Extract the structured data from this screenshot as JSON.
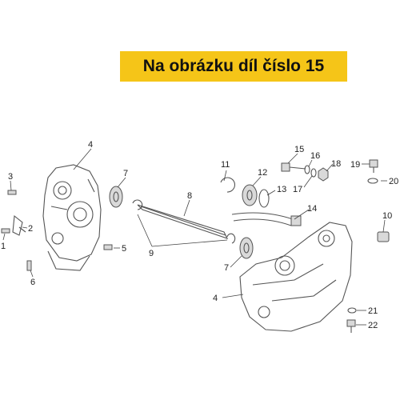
{
  "banner": {
    "text": "Na obrázku díl číslo 15",
    "color": "#f5c518"
  },
  "callouts": [
    {
      "id": "c1",
      "label": "1"
    },
    {
      "id": "c2",
      "label": "2"
    },
    {
      "id": "c3",
      "label": "3"
    },
    {
      "id": "c4a",
      "label": "4"
    },
    {
      "id": "c4b",
      "label": "4"
    },
    {
      "id": "c5",
      "label": "5"
    },
    {
      "id": "c6",
      "label": "6"
    },
    {
      "id": "c7a",
      "label": "7"
    },
    {
      "id": "c7b",
      "label": "7"
    },
    {
      "id": "c8",
      "label": "8"
    },
    {
      "id": "c9",
      "label": "9"
    },
    {
      "id": "c10",
      "label": "10"
    },
    {
      "id": "c11",
      "label": "11"
    },
    {
      "id": "c12",
      "label": "12"
    },
    {
      "id": "c13",
      "label": "13"
    },
    {
      "id": "c14",
      "label": "14"
    },
    {
      "id": "c15",
      "label": "15"
    },
    {
      "id": "c16",
      "label": "16"
    },
    {
      "id": "c17",
      "label": "17"
    },
    {
      "id": "c18",
      "label": "18"
    },
    {
      "id": "c19",
      "label": "19"
    },
    {
      "id": "c20",
      "label": "20"
    },
    {
      "id": "c21",
      "label": "21"
    },
    {
      "id": "c22",
      "label": "22"
    }
  ]
}
